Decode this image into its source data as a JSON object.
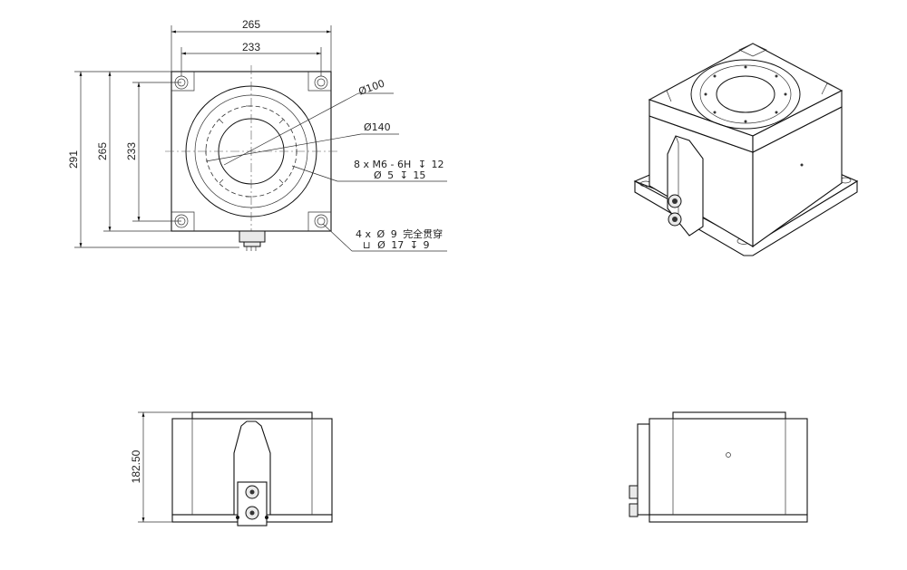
{
  "dimensions": {
    "overall_width": "265",
    "inner_width": "233",
    "overall_depth": "291",
    "body_depth": "265",
    "inner_depth": "233",
    "height": "182.50"
  },
  "callouts": {
    "inner_diameter": "100",
    "outer_diameter": "140",
    "thread_line": "8 x  M6 - 6H",
    "thread_depth": "12",
    "pin_line": "5",
    "pin_depth": "15",
    "through_hole_line": "4 x",
    "through_hole_dia": "9",
    "through_hole_text": "完全贯穿",
    "counterbore_dia": "17",
    "counterbore_depth": "9"
  },
  "symbols": {
    "diameter": "Ø",
    "depth": "↧",
    "counterbore": "⊔"
  },
  "colors": {
    "line": "#111111",
    "fill": "#e9e9e9",
    "background": "#ffffff"
  }
}
